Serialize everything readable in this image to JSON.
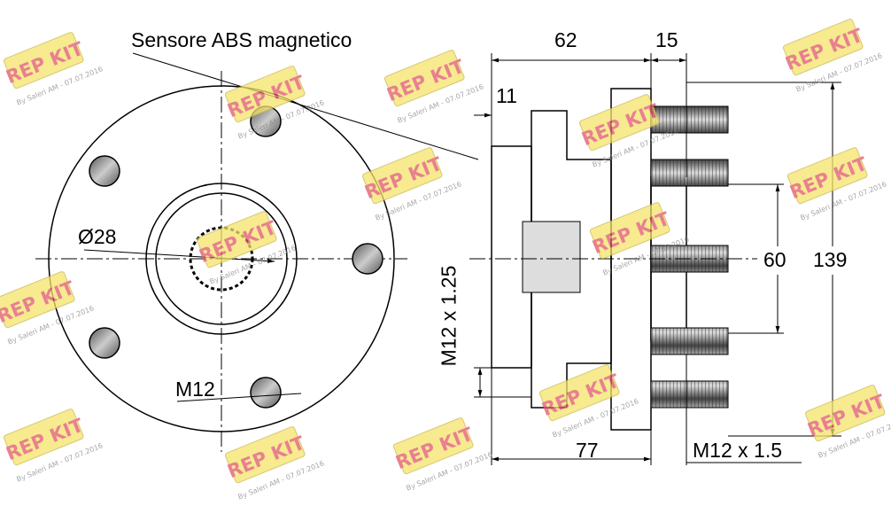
{
  "labels": {
    "abs_sensor": "Sensore ABS magnetico",
    "dim_62": "62",
    "dim_15": "15",
    "dim_11": "11",
    "dim_diam28": "Ø28",
    "dim_60": "60",
    "dim_139": "139",
    "thread_vertical": "M12 x 1.25",
    "bolt_m12": "M12",
    "dim_77": "77",
    "stud_thread": "M12 x 1.5"
  },
  "watermark": {
    "brand": "REP KIT",
    "caption": "By Saleri AM - 07.07.2016",
    "plate_color": "#f5e36a",
    "text_color": "#e0566b"
  },
  "colors": {
    "line": "#000000",
    "hole_fill": "#8a8a8a"
  }
}
